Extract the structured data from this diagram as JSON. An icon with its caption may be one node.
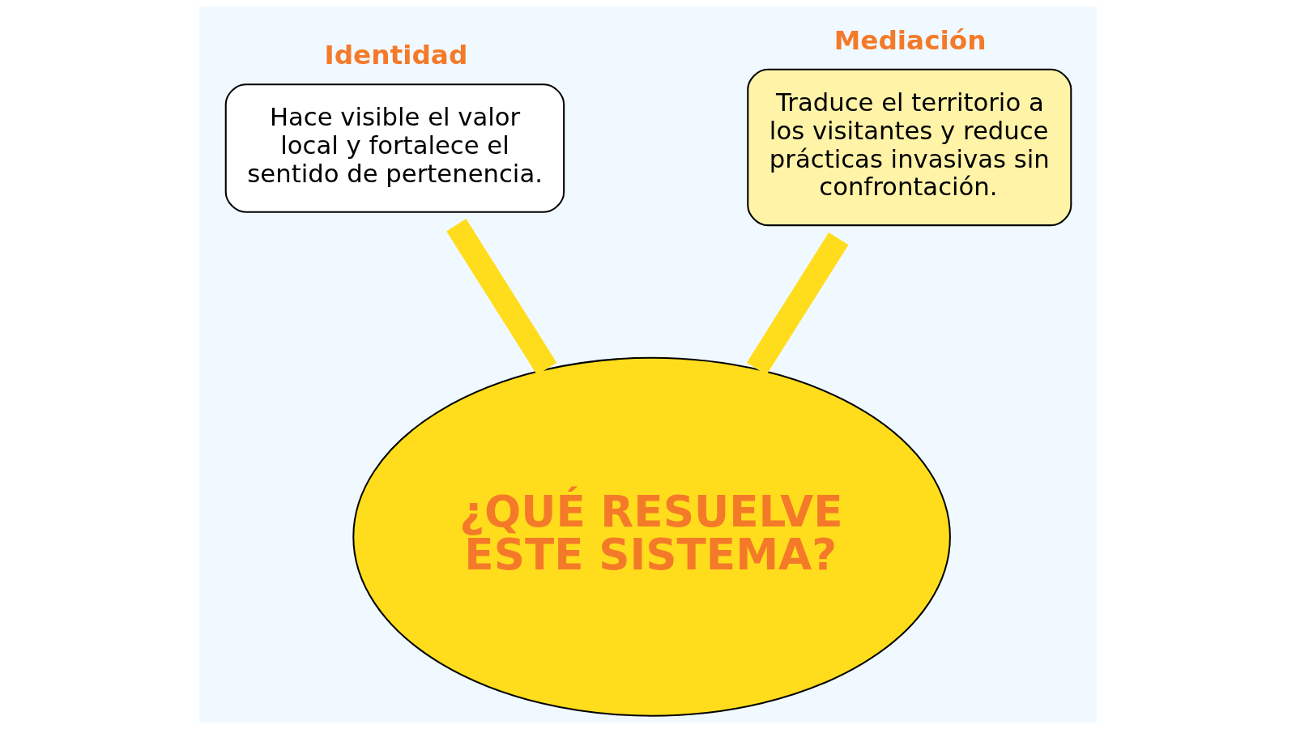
{
  "diagram": {
    "nodes": [
      {
        "text": [
          "Mediación",
          "Traduce el territorio a los visitantes y reduce prácticas invasivas sin confrontación."
        ]
      },
      {
        "text": [
          "Identidad",
          "Hace visible el valor local y fortalece el sentido de pertenencia."
        ]
      },
      {
        "text": [
          "¿QUÉ RESUELVE ESTE SISTEMA?"
        ]
      }
    ],
    "edges": [
      {
        "from": 2,
        "to": 0,
        "arrow": "none"
      },
      {
        "from": 2,
        "to": 1,
        "arrow": "none"
      }
    ]
  }
}
